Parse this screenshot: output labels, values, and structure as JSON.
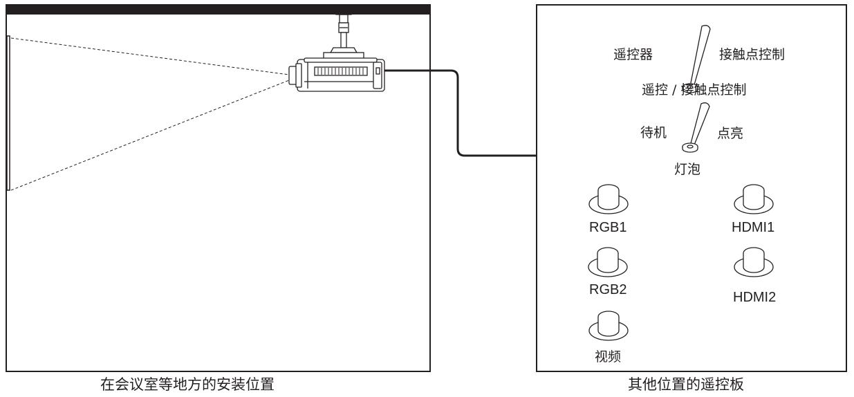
{
  "room": {
    "caption": "在会议室等地方的安装位置"
  },
  "panel": {
    "caption": "其他位置的遥控板",
    "switch_remote": {
      "left_label": "遥控器",
      "right_label": "接触点控制",
      "bottom_label": "遥控 / 接触点控制"
    },
    "switch_lamp": {
      "left_label": "待机",
      "right_label": "点亮",
      "bottom_label": "灯泡"
    },
    "buttons": [
      {
        "label": "RGB1"
      },
      {
        "label": "HDMI1"
      },
      {
        "label": "RGB2"
      },
      {
        "label": "HDMI2"
      },
      {
        "label": "视频"
      }
    ]
  }
}
